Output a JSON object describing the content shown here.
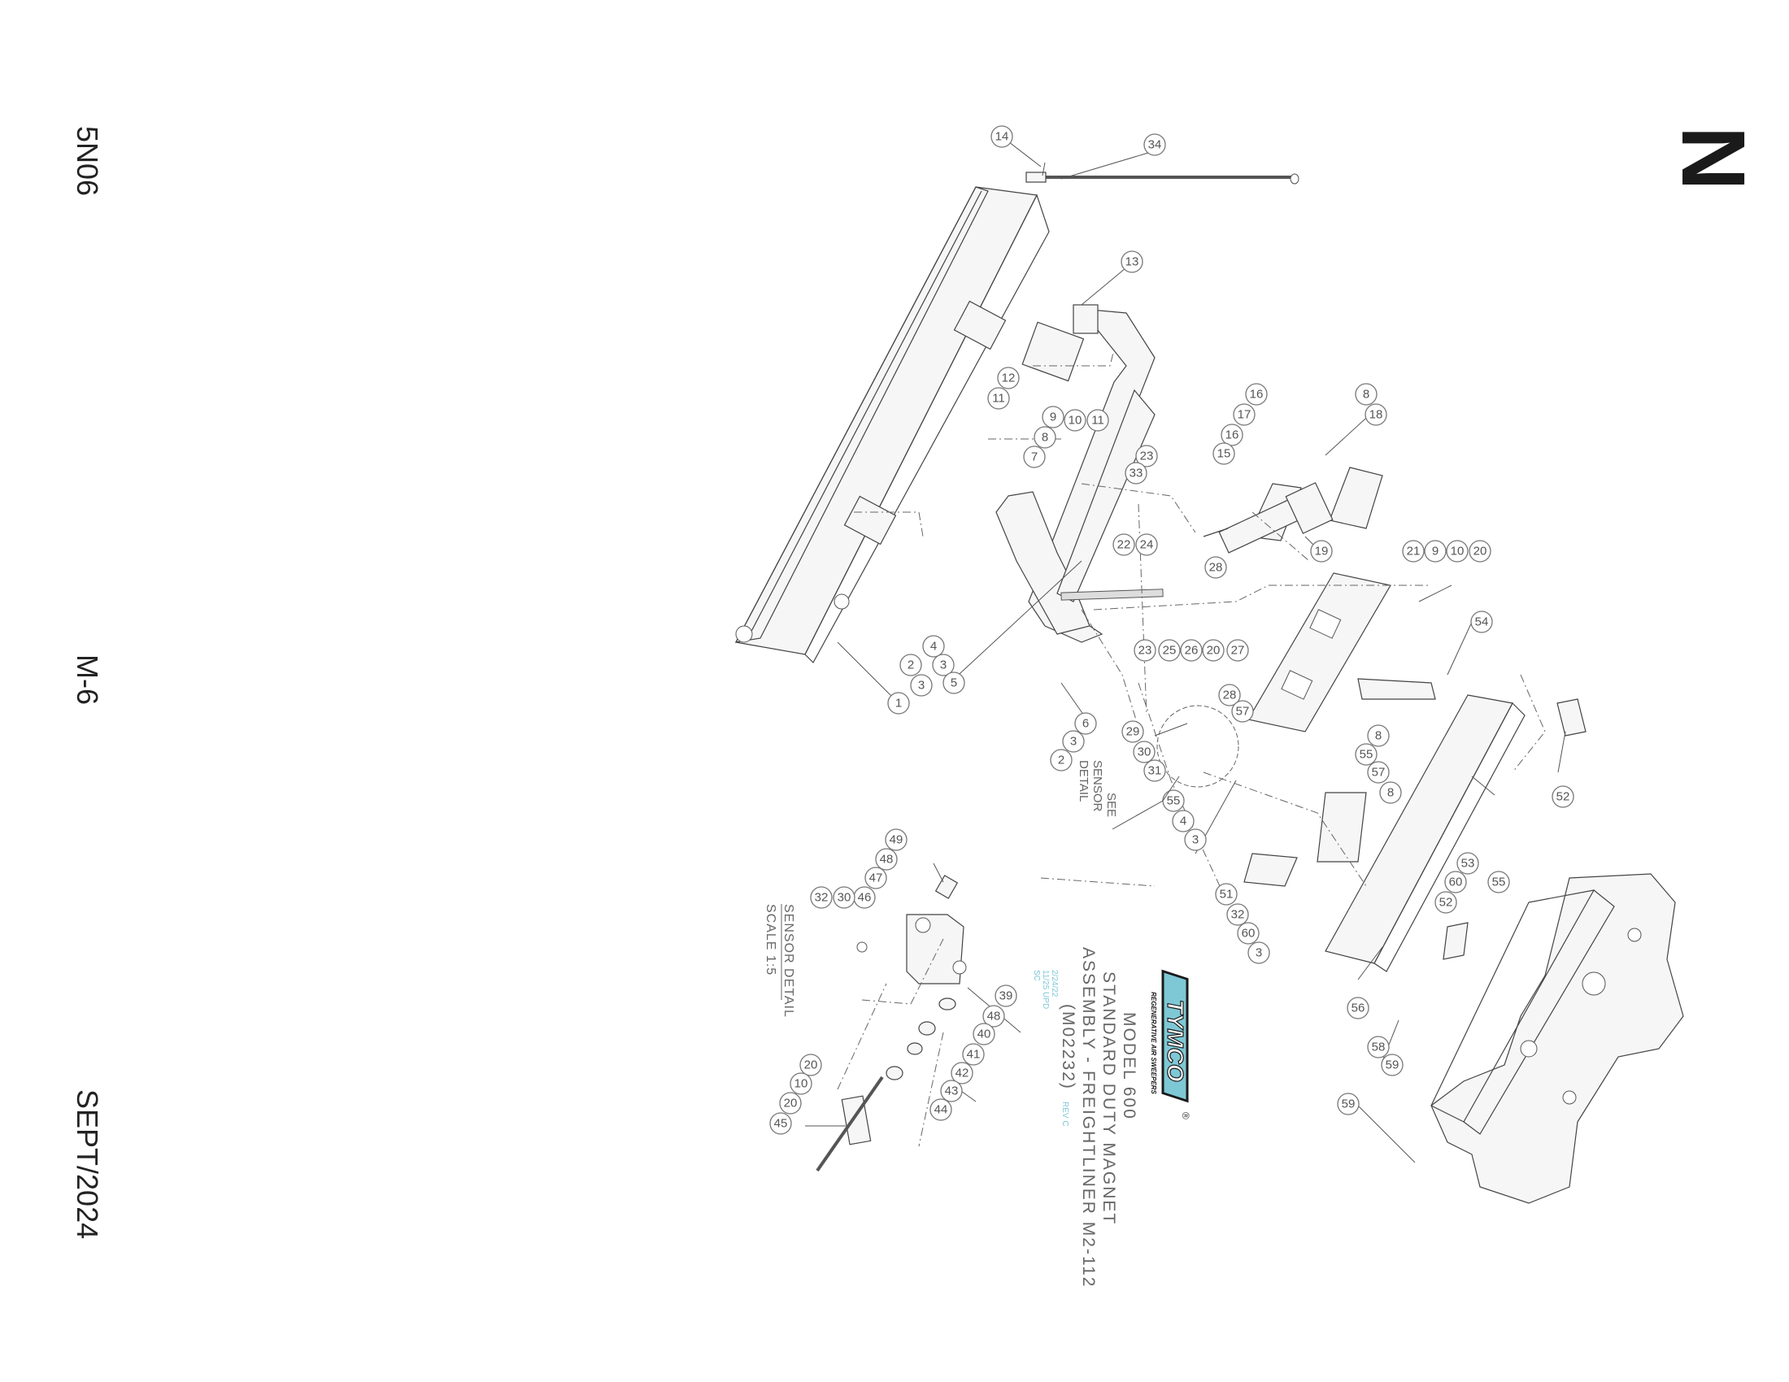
{
  "margin": {
    "page_code": "5N06",
    "section": "M-6",
    "date": "SEPT/2024"
  },
  "edge_letter": "N",
  "title_block": {
    "logo_text": "TYMCO",
    "logo_tagline": "REGENERATIVE AIR SWEEPERS",
    "registered_mark": "®",
    "title_line1": "MODEL 600",
    "title_line2": "STANDARD DUTY MAGNET",
    "title_line3": "ASSEMBLY - FREIGHTLINER M2-112",
    "title_line4": "(M02232)",
    "rev_label": "REV C",
    "rev_notes": [
      "2/24/22",
      "11/25 UPD",
      "SC"
    ],
    "logo_color": "#7ec8d6"
  },
  "sensor_detail": {
    "title": "SENSOR DETAIL",
    "scale": "SCALE 1:5"
  },
  "see_sensor_note": [
    "SEE",
    "SENSOR",
    "DETAIL"
  ],
  "callouts": {
    "c14": "14",
    "c34": "34",
    "c13": "13",
    "c12": "12",
    "c11a": "11",
    "c9a": "9",
    "c10a": "10",
    "c11b": "11",
    "c8a": "8",
    "c7": "7",
    "c23a": "23",
    "c33": "33",
    "c16a": "16",
    "c17": "17",
    "c16b": "16",
    "c15": "15",
    "c8b": "8",
    "c18": "18",
    "c19": "19",
    "c28a": "28",
    "c22": "22",
    "c24": "24",
    "c23b": "23",
    "c25": "25",
    "c26": "26",
    "c20a": "20",
    "c27": "27",
    "c21": "21",
    "c9b": "9",
    "c10b": "10",
    "c20b": "20",
    "c54": "54",
    "c28b": "28",
    "c57a": "57",
    "c8c": "8",
    "c29": "29",
    "c30a": "30",
    "c31": "31",
    "c55a": "55",
    "c57b": "57",
    "c8d": "8",
    "c55b": "55",
    "c4a": "4",
    "c3a": "3",
    "c52a": "52",
    "c53": "53",
    "c60a": "60",
    "c52b": "52",
    "c55c": "55",
    "c51": "51",
    "c32a": "32",
    "c60b": "60",
    "c3b": "3",
    "c56": "56",
    "c58": "58",
    "c59a": "59",
    "c59b": "59",
    "c4b": "4",
    "c3c": "3",
    "c2a": "2",
    "c1": "1",
    "c3d": "3",
    "c5": "5",
    "c6": "6",
    "c3e": "3",
    "c2b": "2",
    "c49": "49",
    "c48a": "48",
    "c47": "47",
    "c46": "46",
    "c30b": "30",
    "c32b": "32",
    "c39": "39",
    "c48b": "48",
    "c40": "40",
    "c41": "41",
    "c42": "42",
    "c43": "43",
    "c44": "44",
    "c20c": "20",
    "c10c": "10",
    "c20d": "20",
    "c45": "45"
  }
}
